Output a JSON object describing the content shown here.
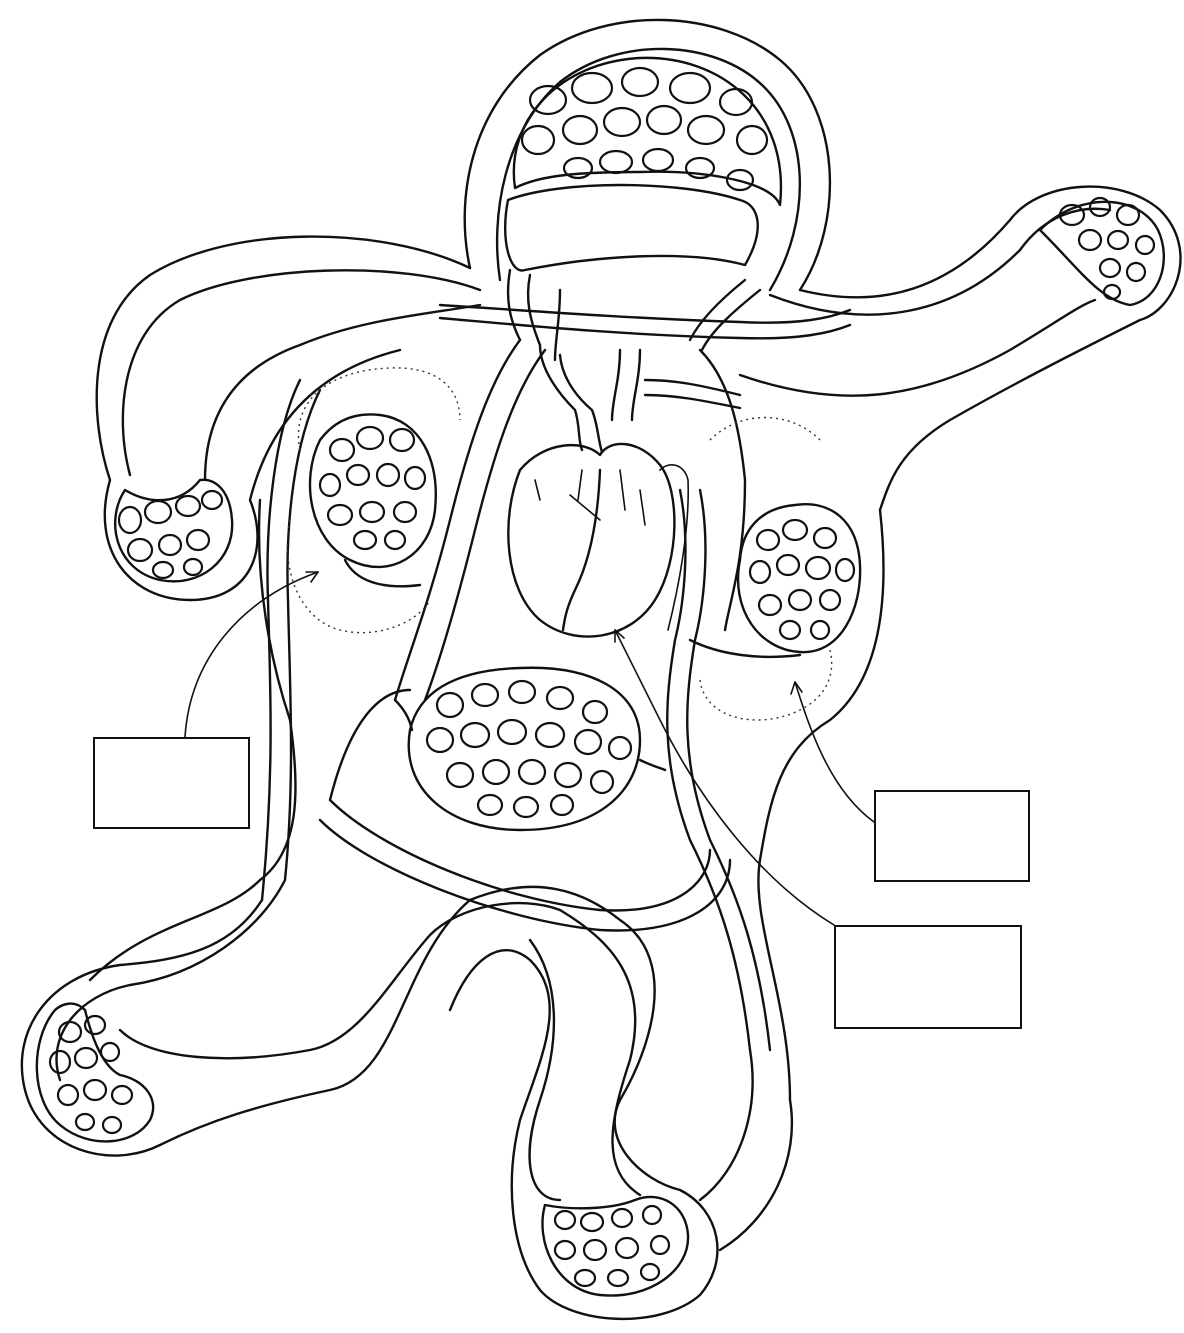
{
  "diagram": {
    "label_boxes": {
      "left_lung_box": "",
      "right_lung_box": "",
      "heart_box": ""
    },
    "parts": [
      {
        "name": "head-capillary-bed"
      },
      {
        "name": "left-arm-capillary-bed"
      },
      {
        "name": "right-arm-capillary-bed"
      },
      {
        "name": "left-lung"
      },
      {
        "name": "right-lung"
      },
      {
        "name": "heart"
      },
      {
        "name": "abdominal-capillary-bed"
      },
      {
        "name": "left-leg-capillary-bed"
      },
      {
        "name": "right-leg-capillary-bed"
      }
    ]
  },
  "colors": {
    "ink": "#111111",
    "background": "#ffffff"
  }
}
